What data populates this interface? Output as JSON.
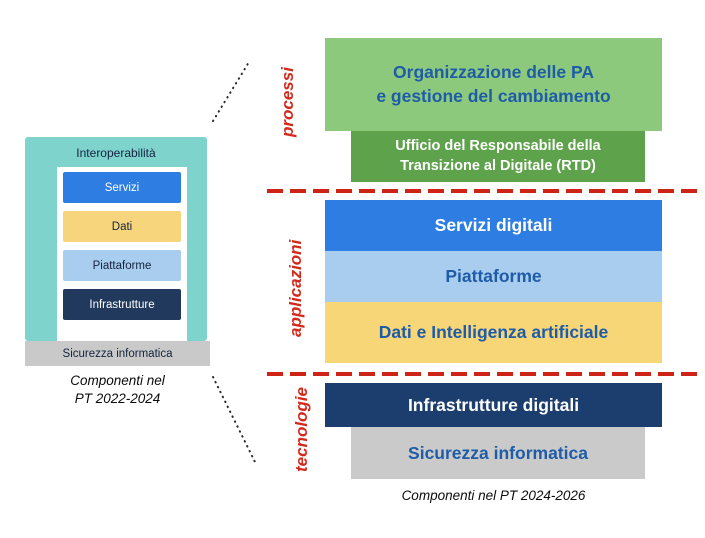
{
  "left": {
    "container_label": "Interoperabilità",
    "layers": [
      {
        "label": "Servizi"
      },
      {
        "label": "Dati"
      },
      {
        "label": "Piattaforme"
      },
      {
        "label": "Infrastrutture"
      }
    ],
    "bottom_label": "Sicurezza informatica",
    "caption_lines": [
      "Componenti nel",
      "PT 2022-2024"
    ]
  },
  "right": {
    "sections": [
      {
        "label": "processi",
        "boxes": [
          {
            "lines": [
              "Organizzazione delle PA",
              "e gestione del cambiamento"
            ]
          },
          {
            "lines": [
              "Ufficio del Responsabile della",
              "Transizione al Digitale (RTD)"
            ]
          }
        ]
      },
      {
        "label": "applicazioni",
        "boxes": [
          {
            "lines": [
              "Servizi digitali"
            ]
          },
          {
            "lines": [
              "Piattaforme"
            ]
          },
          {
            "lines": [
              "Dati e Intelligenza artificiale"
            ]
          }
        ]
      },
      {
        "label": "tecnologie",
        "boxes": [
          {
            "lines": [
              "Infrastrutture digitali"
            ]
          },
          {
            "lines": [
              "Sicurezza informatica"
            ]
          }
        ]
      }
    ],
    "caption": "Componenti nel PT 2024-2026"
  },
  "colors": {
    "teal": "#7ed3cd",
    "blue": "#2e7de2",
    "yellow": "#f6d57d",
    "light_blue": "#a9cdee",
    "navy": "#1c3e6e",
    "gray": "#c9c9c9",
    "green_light": "#8cc97d",
    "green_dark": "#5ea24b",
    "red_accent": "#d3291c",
    "text_blue": "#1f5ca8"
  }
}
